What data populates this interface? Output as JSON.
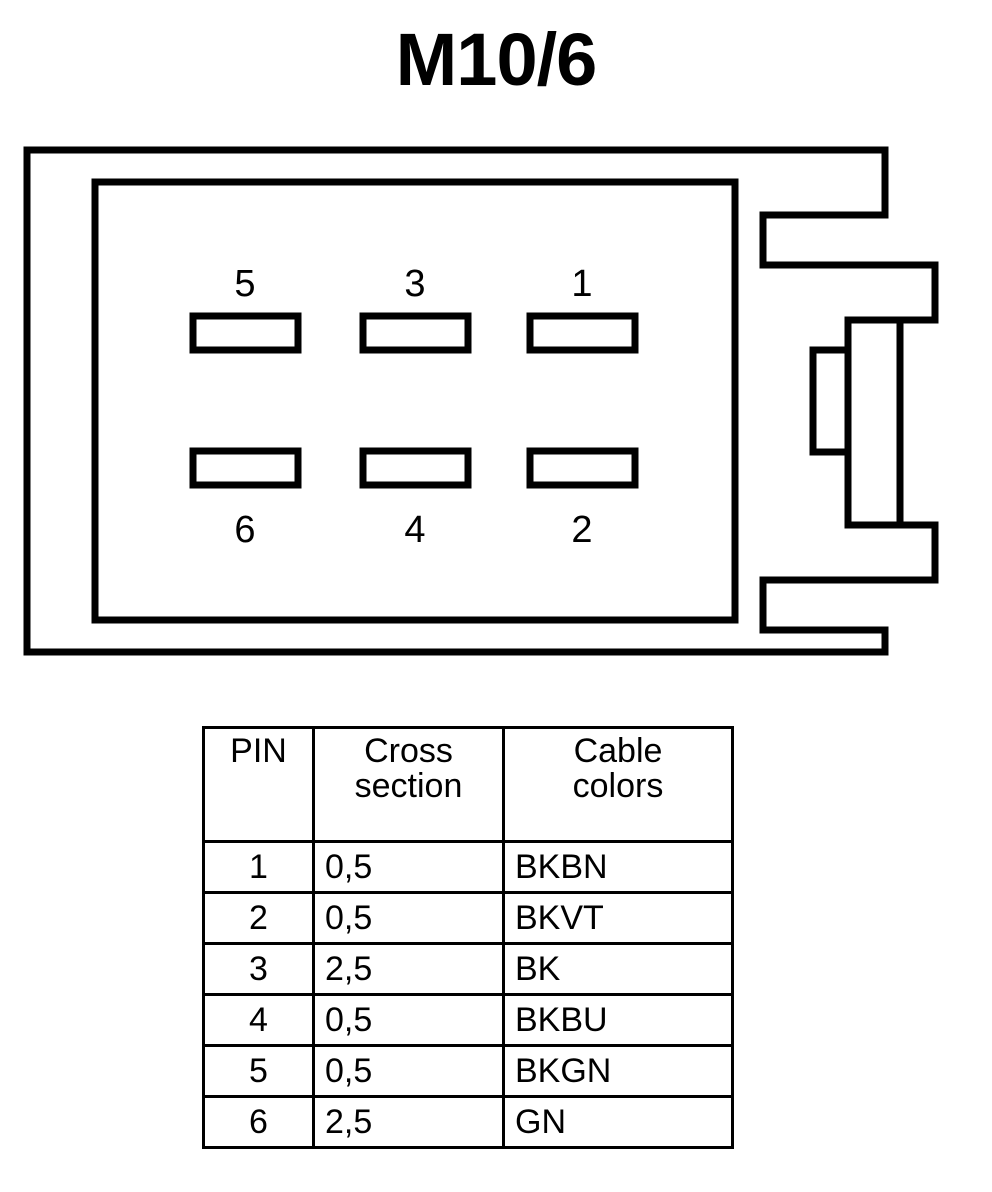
{
  "title": "M10/6",
  "connector": {
    "name": "connector-housing-diagram",
    "top_row_labels": [
      "5",
      "3",
      "1"
    ],
    "bottom_row_labels": [
      "6",
      "4",
      "2"
    ],
    "stroke_color": "#000000",
    "fill_color": "#ffffff"
  },
  "table": {
    "headers": {
      "pin": "PIN",
      "cross_line1": "Cross",
      "cross_line2": "section",
      "color_line1": "Cable",
      "color_line2": "colors"
    },
    "rows": [
      {
        "pin": "1",
        "cross_section": "0,5",
        "cable_colors": "BKBN"
      },
      {
        "pin": "2",
        "cross_section": "0,5",
        "cable_colors": "BKVT"
      },
      {
        "pin": "3",
        "cross_section": "2,5",
        "cable_colors": "BK"
      },
      {
        "pin": "4",
        "cross_section": "0,5",
        "cable_colors": "BKBU"
      },
      {
        "pin": "5",
        "cross_section": "0,5",
        "cable_colors": "BKGN"
      },
      {
        "pin": "6",
        "cross_section": "2,5",
        "cable_colors": "GN"
      }
    ]
  }
}
